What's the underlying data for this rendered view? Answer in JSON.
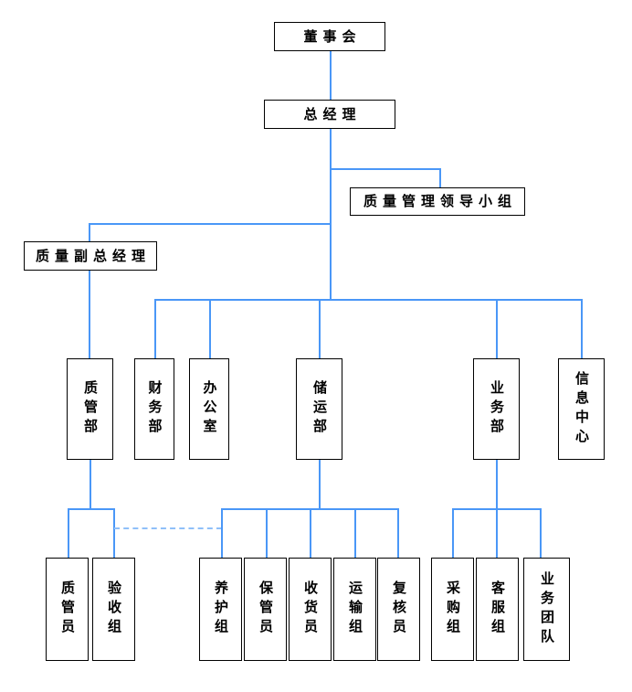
{
  "meta": {
    "title": "企业质量管理组织机构图",
    "line_color": "#4a97f7",
    "dashed_line_color": "#8fc0f9",
    "box_border_color": "#000000",
    "background_color": "#ffffff",
    "text_color": "#000000"
  },
  "nodes": {
    "board": {
      "label": "董事会"
    },
    "general_manager": {
      "label": "总经理"
    },
    "quality_leadership_group": {
      "label": "质量管理领导小组"
    },
    "quality_deputy_gm": {
      "label": "质量副总经理"
    },
    "dept_quality": {
      "label": "质管部"
    },
    "dept_finance": {
      "label": "财务部"
    },
    "dept_office": {
      "label": "办公室"
    },
    "dept_storage": {
      "label": "储运部"
    },
    "dept_business": {
      "label": "业务部"
    },
    "dept_info_center": {
      "label": "信息中心"
    },
    "staff_quality_inspector": {
      "label": "质管员"
    },
    "staff_acceptance_group": {
      "label": "验收组"
    },
    "staff_maintenance_group": {
      "label": "养护组"
    },
    "staff_custodian": {
      "label": "保管员"
    },
    "staff_receiver": {
      "label": "收货员"
    },
    "staff_transport_group": {
      "label": "运输组"
    },
    "staff_reviewer": {
      "label": "复核员"
    },
    "staff_purchasing_group": {
      "label": "采购组"
    },
    "staff_customer_service": {
      "label": "客服组"
    },
    "staff_business_team": {
      "label": "业务团队"
    }
  },
  "chart_data": {
    "type": "diagram",
    "diagram_kind": "organization-chart",
    "levels": [
      {
        "level": 1,
        "nodes": [
          "董事会"
        ]
      },
      {
        "level": 2,
        "nodes": [
          "总经理"
        ]
      },
      {
        "level": 3,
        "nodes": [
          "质量管理领导小组"
        ]
      },
      {
        "level": 4,
        "nodes": [
          "质量副总经理"
        ]
      },
      {
        "level": 5,
        "nodes": [
          "质管部",
          "财务部",
          "办公室",
          "储运部",
          "业务部",
          "信息中心"
        ]
      },
      {
        "level": 6,
        "nodes": [
          "质管员",
          "验收组",
          "养护组",
          "保管员",
          "收货员",
          "运输组",
          "复核员",
          "采购组",
          "客服组",
          "业务团队"
        ]
      }
    ],
    "edges": [
      {
        "from": "董事会",
        "to": "总经理",
        "style": "solid"
      },
      {
        "from": "总经理",
        "to": "质量管理领导小组",
        "style": "solid"
      },
      {
        "from": "总经理",
        "to": "质量副总经理",
        "style": "solid"
      },
      {
        "from": "总经理",
        "to": "质管部",
        "style": "solid"
      },
      {
        "from": "总经理",
        "to": "财务部",
        "style": "solid"
      },
      {
        "from": "总经理",
        "to": "办公室",
        "style": "solid"
      },
      {
        "from": "总经理",
        "to": "储运部",
        "style": "solid"
      },
      {
        "from": "总经理",
        "to": "业务部",
        "style": "solid"
      },
      {
        "from": "总经理",
        "to": "信息中心",
        "style": "solid"
      },
      {
        "from": "质管部",
        "to": "质管员",
        "style": "solid"
      },
      {
        "from": "质管部",
        "to": "验收组",
        "style": "solid"
      },
      {
        "from": "储运部",
        "to": "养护组",
        "style": "solid"
      },
      {
        "from": "储运部",
        "to": "保管员",
        "style": "solid"
      },
      {
        "from": "储运部",
        "to": "收货员",
        "style": "solid"
      },
      {
        "from": "储运部",
        "to": "运输组",
        "style": "solid"
      },
      {
        "from": "储运部",
        "to": "复核员",
        "style": "solid"
      },
      {
        "from": "业务部",
        "to": "采购组",
        "style": "solid"
      },
      {
        "from": "业务部",
        "to": "客服组",
        "style": "solid"
      },
      {
        "from": "业务部",
        "to": "业务团队",
        "style": "solid"
      },
      {
        "from": "验收组",
        "to": "养护组",
        "style": "dashed",
        "note": "虚线联系"
      }
    ]
  }
}
